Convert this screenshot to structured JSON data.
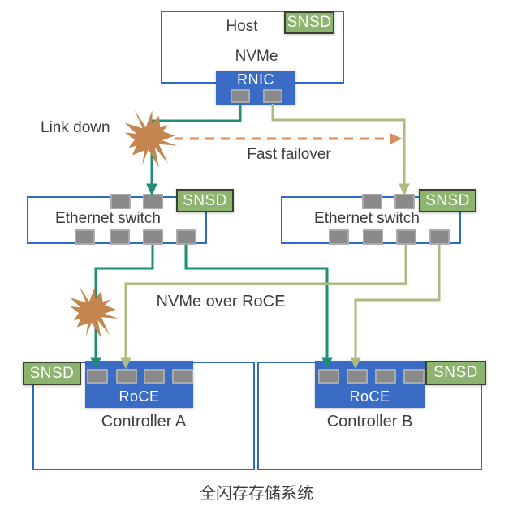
{
  "host": {
    "label": "Host",
    "nvme_label": "NVMe",
    "rnic_label": "RNIC",
    "snsd": "SNSD"
  },
  "annotations": {
    "link_down": "Link down",
    "fast_failover": "Fast failover",
    "nvme_over_roce": "NVMe over RoCE"
  },
  "switches": {
    "left": {
      "label": "Ethernet switch",
      "snsd": "SNSD"
    },
    "right": {
      "label": "Ethernet switch",
      "snsd": "SNSD"
    }
  },
  "storage": {
    "system_label": "全闪存存储系统",
    "controller_a": {
      "label": "Controller A",
      "roce_label": "RoCE",
      "snsd": "SNSD"
    },
    "controller_b": {
      "label": "Controller B",
      "roce_label": "RoCE",
      "snsd": "SNSD"
    }
  },
  "colors": {
    "box_blue": "#3b6cc5",
    "border_blue": "#2e6bc4",
    "badge_green": "#8cb46e",
    "port_gray": "#8a8a8a",
    "line_teal": "#1f8e76",
    "line_olive": "#adba82",
    "failover_orange": "#d58d5c",
    "burst_orange": "#c5854f"
  }
}
